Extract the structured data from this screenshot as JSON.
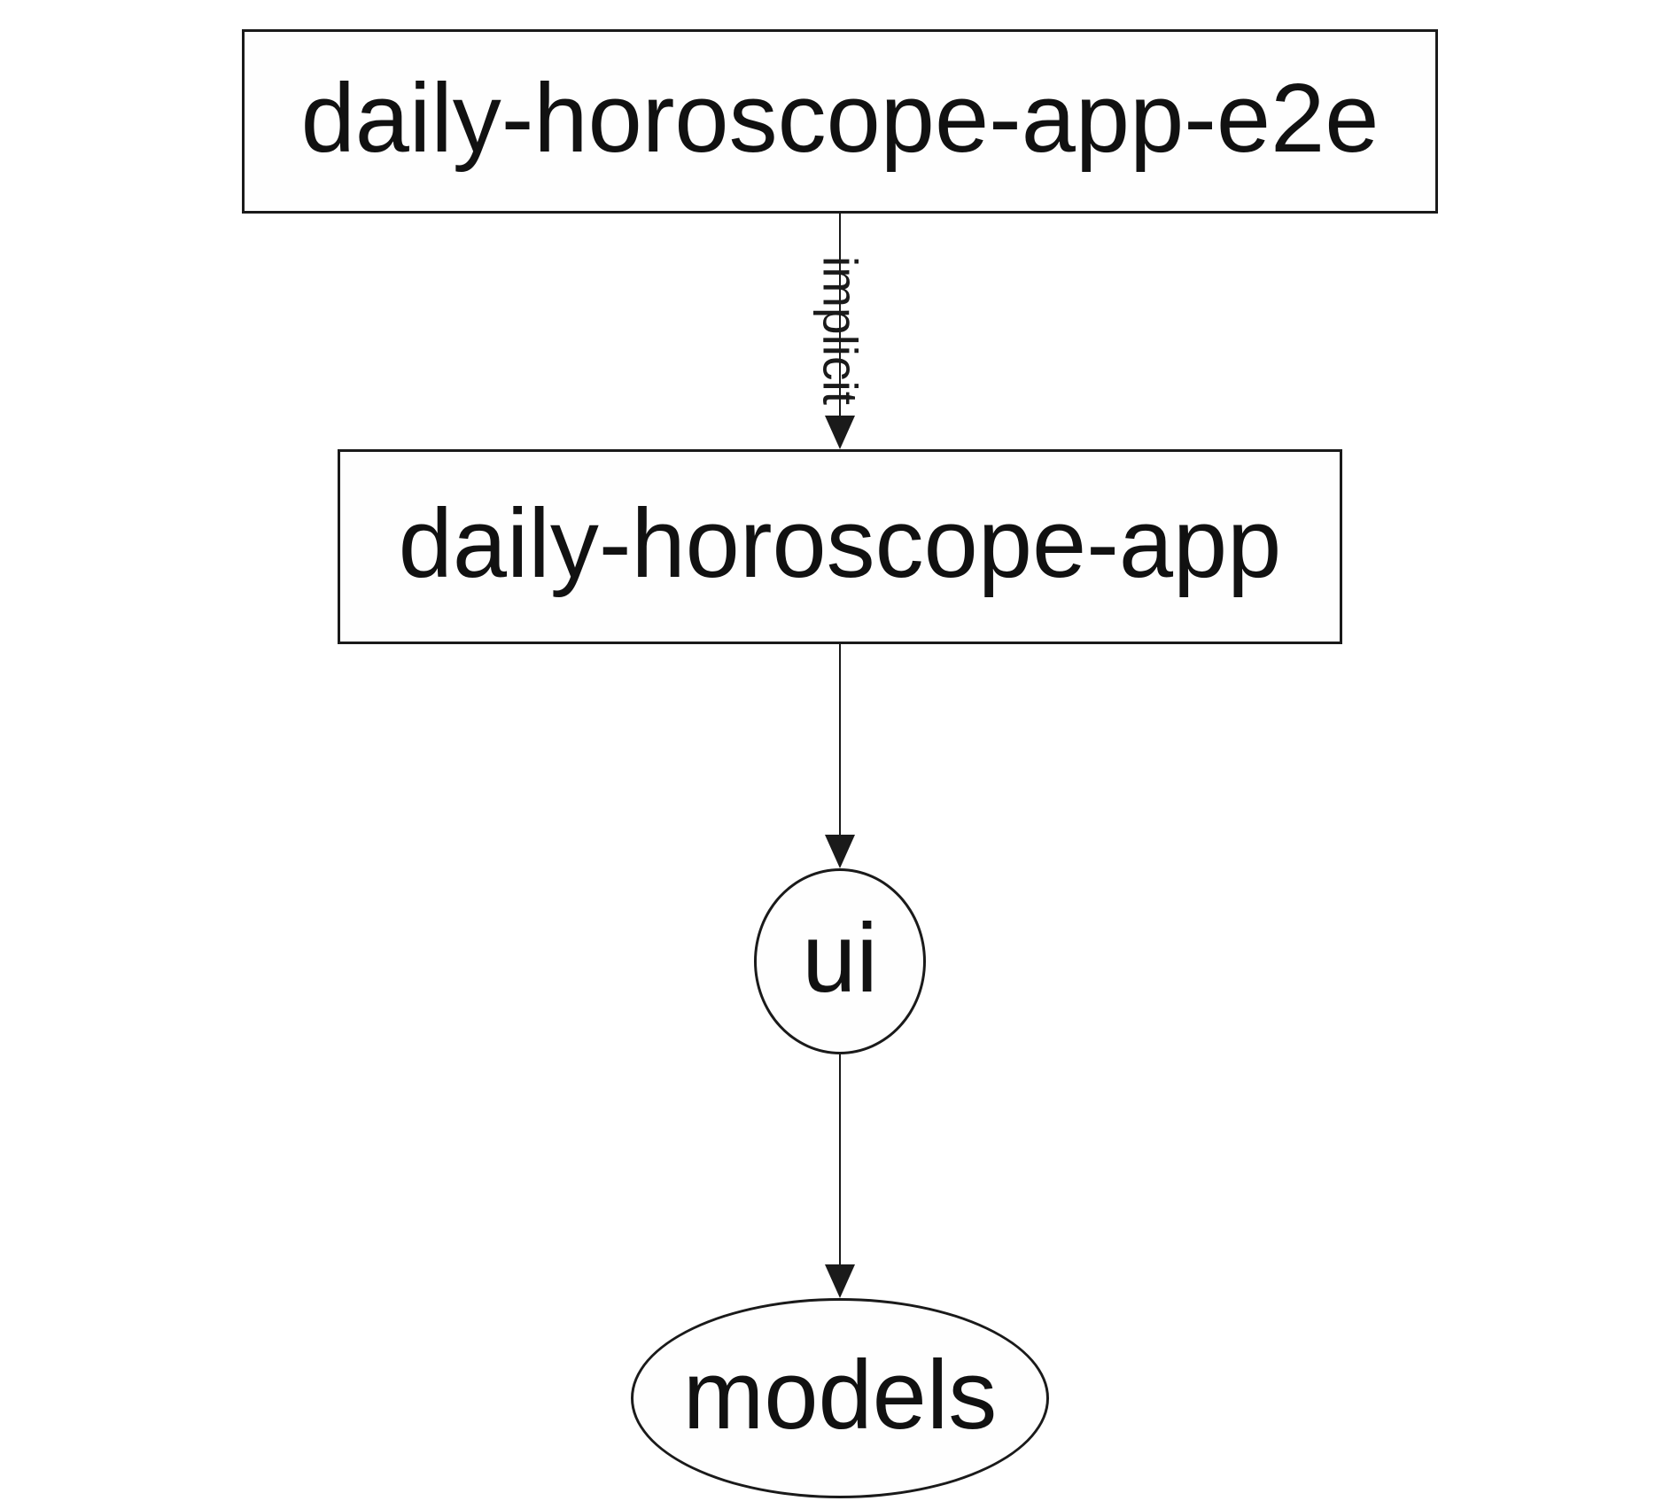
{
  "diagram": {
    "type": "dependency-graph",
    "background_color": "#ffffff",
    "stroke_color": "#1a1a1a",
    "text_color": "#111111",
    "nodes": [
      {
        "id": "daily-horoscope-app-e2e",
        "label": "daily-horoscope-app-e2e",
        "shape": "rectangle"
      },
      {
        "id": "daily-horoscope-app",
        "label": "daily-horoscope-app",
        "shape": "rectangle"
      },
      {
        "id": "ui",
        "label": "ui",
        "shape": "ellipse"
      },
      {
        "id": "models",
        "label": "models",
        "shape": "ellipse"
      }
    ],
    "edges": [
      {
        "from": "daily-horoscope-app-e2e",
        "to": "daily-horoscope-app",
        "label": "implicit",
        "label_rotation_deg": 90
      },
      {
        "from": "daily-horoscope-app",
        "to": "ui",
        "label": ""
      },
      {
        "from": "ui",
        "to": "models",
        "label": ""
      }
    ]
  }
}
